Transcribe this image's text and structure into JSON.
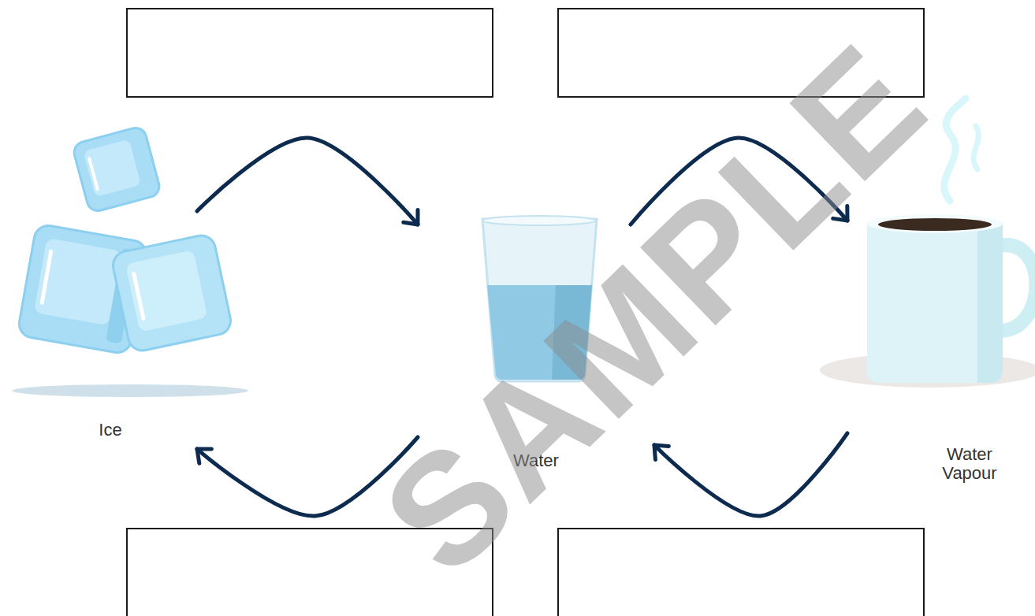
{
  "diagram": {
    "nodes": [
      {
        "text": [
          "Ice"
        ]
      },
      {
        "text": [
          "Water"
        ]
      },
      {
        "text": [
          "Water Vapour"
        ]
      }
    ],
    "edges": [
      {
        "from": 0,
        "to": 1,
        "arrow": "to"
      },
      {
        "from": 1,
        "to": 0,
        "arrow": "to"
      },
      {
        "from": 1,
        "to": 2,
        "arrow": "to"
      },
      {
        "from": 2,
        "to": 1,
        "arrow": "to"
      }
    ],
    "labels": [
      "SAMPLE"
    ]
  }
}
